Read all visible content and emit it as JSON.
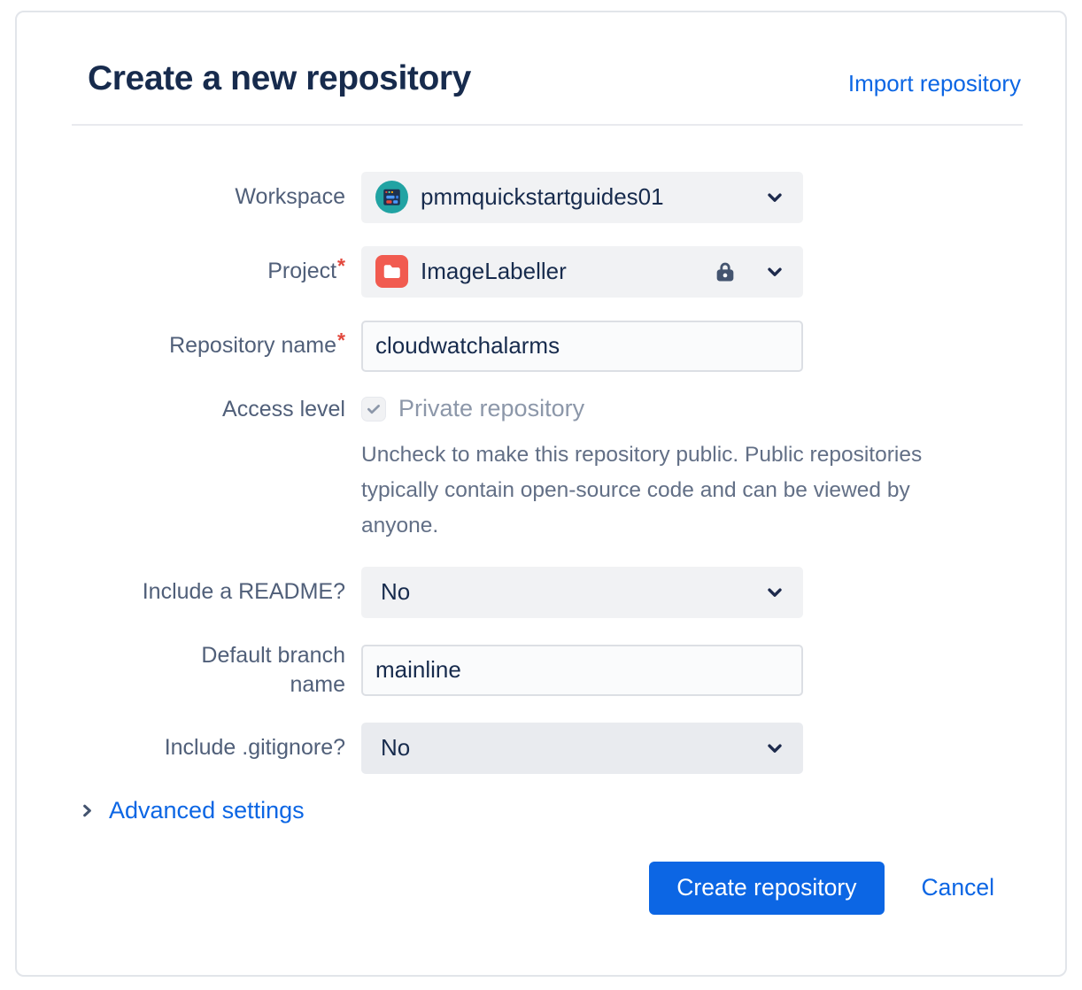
{
  "colors": {
    "accent_blue": "#0C66E4",
    "title_text": "#172B4D",
    "required_red": "#E2483D",
    "workspace_avatar_teal": "#21A3A3",
    "project_icon_red": "#F15B50",
    "field_background": "#F1F2F4"
  },
  "header": {
    "title": "Create a new repository",
    "import_link": "Import repository"
  },
  "form": {
    "workspace": {
      "label": "Workspace",
      "value": "pmmquickstartguides01"
    },
    "project": {
      "label": "Project",
      "required_marker": "*",
      "value": "ImageLabeller",
      "locked": true
    },
    "repository_name": {
      "label": "Repository name",
      "required_marker": "*",
      "value": "cloudwatchalarms"
    },
    "access_level": {
      "label": "Access level",
      "checkbox_label": "Private repository",
      "checked": true,
      "help_text": "Uncheck to make this repository public. Public repositories typically contain open-source code and can be viewed by anyone."
    },
    "include_readme": {
      "label": "Include a README?",
      "value": "No"
    },
    "default_branch": {
      "label": "Default branch name",
      "value": "mainline"
    },
    "include_gitignore": {
      "label": "Include .gitignore?",
      "value": "No"
    },
    "advanced_settings_label": "Advanced settings"
  },
  "footer": {
    "create_button": "Create repository",
    "cancel_button": "Cancel"
  }
}
